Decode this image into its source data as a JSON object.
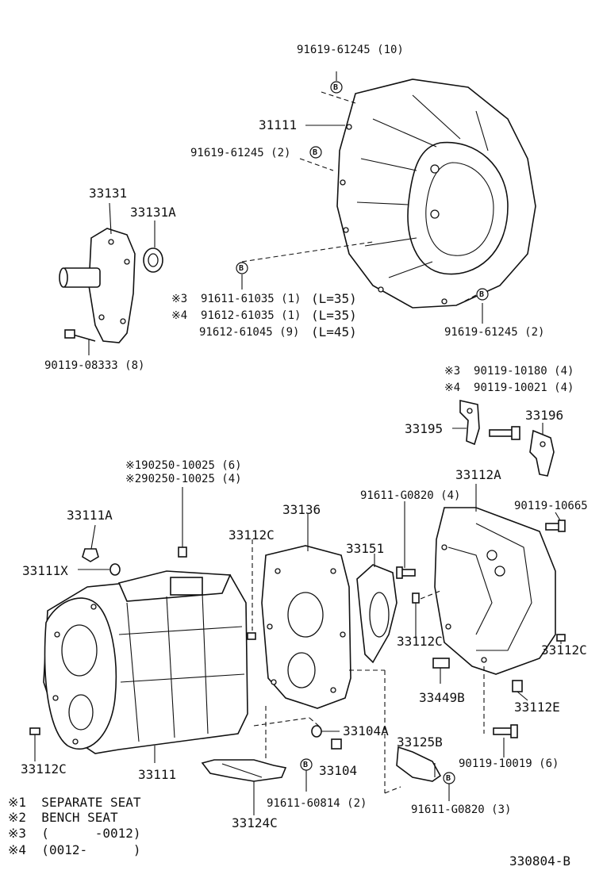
{
  "labels": {
    "bolt_top_10": "91619-61245 (10)",
    "bell_housing": "31111",
    "bolt_top_2": "91619-61245 (2)",
    "bolt_r_2": "91619-61245 (2)",
    "retainer": "33131",
    "oil_seal": "33131A",
    "bolt_8333": "90119-08333 (8)",
    "bolt_61035_a": "※3  91611-61035 (1)",
    "len_a": "(L=35)",
    "bolt_61035_b": "※4  91612-61035 (1)",
    "len_b": "(L=35)",
    "bolt_61045": "91612-61045 (9)",
    "len_c": "(L=45)",
    "bolt_10180": "※3  90119-10180 (4)",
    "bolt_10021": "※4  90119-10021 (4)",
    "lever_bracket": "33195",
    "bracket_33196": "33196",
    "plug_a": "※190250-10025 (6)",
    "plug_b": "※290250-10025 (4)",
    "plug_33111a": "33111A",
    "gasket_33111x": "33111X",
    "pin_33112c_top": "33112C",
    "plate_33136": "33136",
    "bearing_retainer": "33151",
    "bolt_g0820_4": "91611-G0820 (4)",
    "ext_housing": "33112A",
    "bolt_10665": "90119-10665",
    "pin_33112c_mid": "33112C",
    "pin_33112c_right": "33112C",
    "part_33449b": "33449B",
    "part_33112e": "33112E",
    "pin_33112c_left": "33112C",
    "trans_case": "33111",
    "part_33104a": "33104A",
    "part_33104": "33104",
    "part_33125b": "33125B",
    "bolt_10019": "90119-10019 (6)",
    "bolt_60814": "91611-60814 (2)",
    "bolt_g0820_3": "91611-G0820 (3)",
    "part_33124c": "33124C"
  },
  "legend": [
    "※1  SEPARATE SEAT",
    "※2  BENCH SEAT",
    "※3  (      -0012)",
    "※4  (0012-      )"
  ],
  "callout_letter": "B",
  "diagram_id": "330804-B"
}
